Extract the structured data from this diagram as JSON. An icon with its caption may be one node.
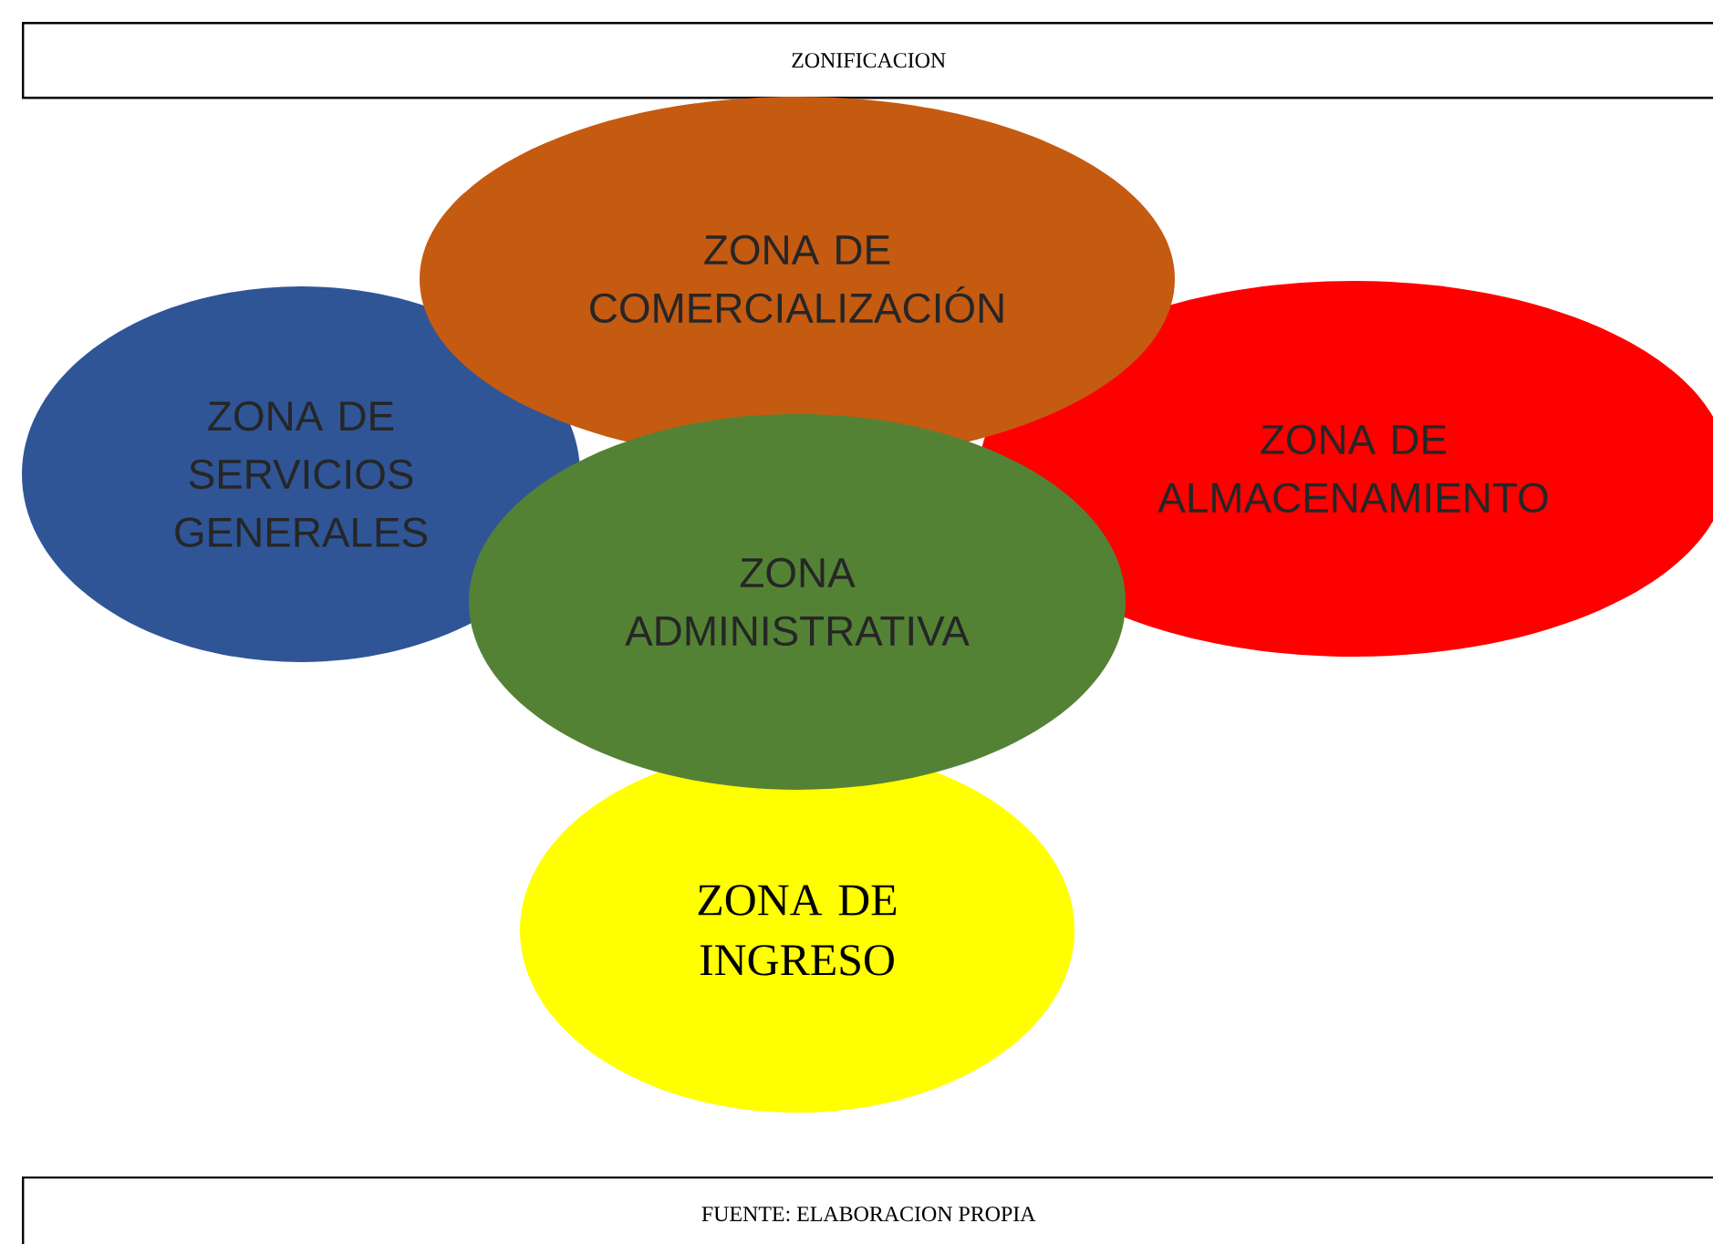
{
  "diagram": {
    "title": "ZONIFICACION",
    "caption": "FUENTE: ELABORACION PROPIA",
    "nodes": [
      {
        "text": [
          "ZONA DE COMERCIALIZACIÓN"
        ]
      },
      {
        "text": [
          "ZONA DE SERVICIOS GENERALES"
        ]
      },
      {
        "text": [
          "ZONA DE ALMACENAMIENTO"
        ]
      },
      {
        "text": [
          "ZONA ADMINISTRATIVA"
        ]
      },
      {
        "text": [
          "ZONA DE INGRESO"
        ]
      }
    ]
  }
}
